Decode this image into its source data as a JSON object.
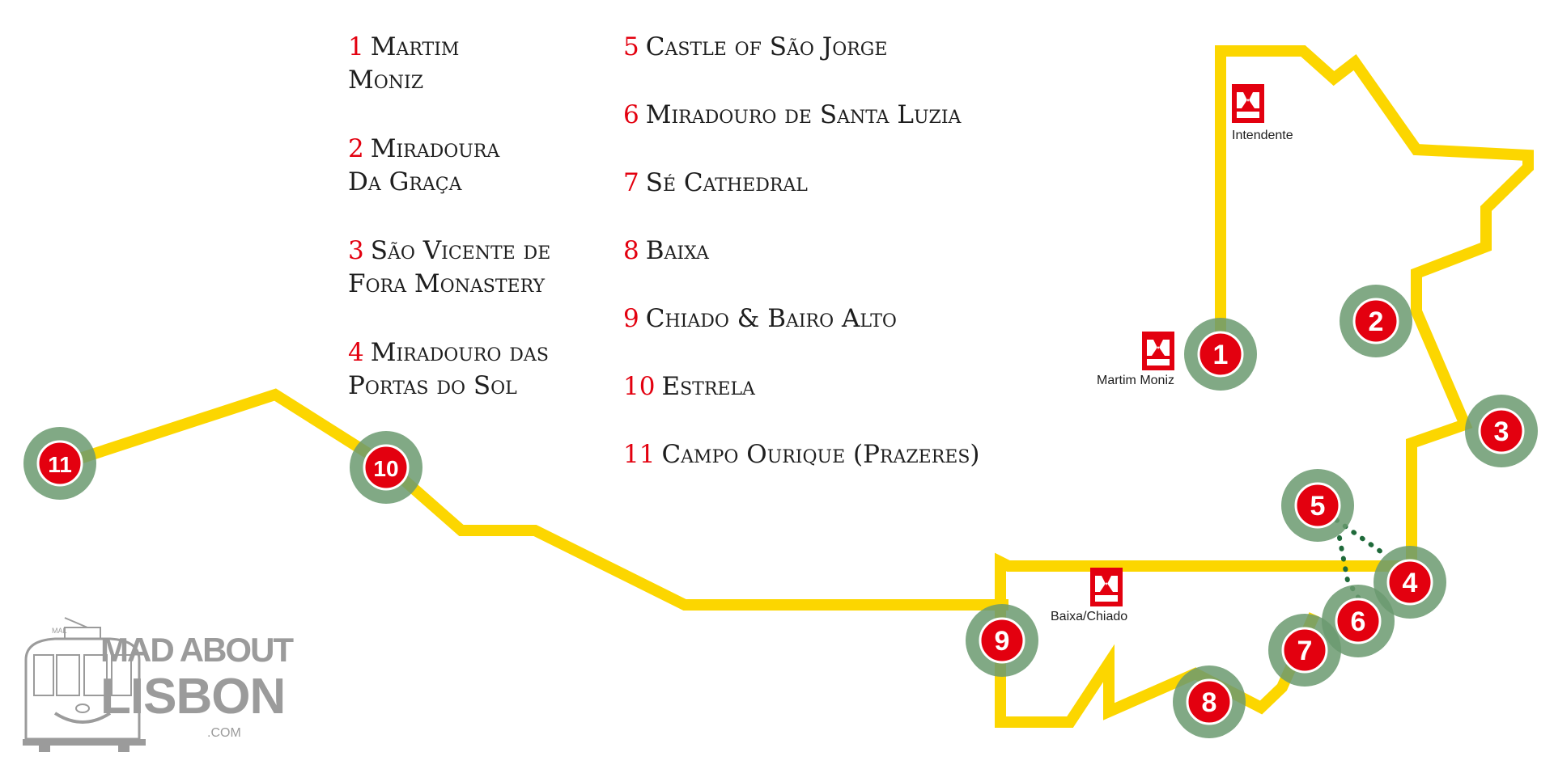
{
  "legend": [
    {
      "num": "1",
      "lines": [
        "Martim",
        "Moniz"
      ]
    },
    {
      "num": "2",
      "lines": [
        "Miradoura",
        "Da Graça"
      ]
    },
    {
      "num": "3",
      "lines": [
        "São Vicente de",
        "Fora Monastery"
      ]
    },
    {
      "num": "4",
      "lines": [
        "Miradouro das",
        "Portas do Sol"
      ]
    },
    {
      "num": "5",
      "lines": [
        "Castle of São Jorge"
      ]
    },
    {
      "num": "6",
      "lines": [
        "Miradouro de Santa Luzia"
      ]
    },
    {
      "num": "7",
      "lines": [
        "Sé Cathedral"
      ]
    },
    {
      "num": "8",
      "lines": [
        "Baixa"
      ]
    },
    {
      "num": "9",
      "lines": [
        "Chiado & Bairo Alto"
      ]
    },
    {
      "num": "10",
      "lines": [
        "Estrela"
      ]
    },
    {
      "num": "11",
      "lines": [
        "Campo Ourique (Prazeres)"
      ]
    }
  ],
  "stops": [
    {
      "label": "1"
    },
    {
      "label": "2"
    },
    {
      "label": "3"
    },
    {
      "label": "4"
    },
    {
      "label": "5"
    },
    {
      "label": "6"
    },
    {
      "label": "7"
    },
    {
      "label": "8"
    },
    {
      "label": "9"
    },
    {
      "label": "10"
    },
    {
      "label": "11"
    }
  ],
  "metro_stations": [
    {
      "name": "Intendente"
    },
    {
      "name": "Martim Moniz"
    },
    {
      "name": "Baixa/Chiado"
    }
  ],
  "logo": {
    "line1": "MAD ABOUT",
    "line2": "LISBON",
    "suffix": ".COM",
    "tram_sign": "MAL"
  },
  "colors": {
    "route": "#fcd600",
    "marker": "#e3000f",
    "halo": "#6b9a70",
    "footpath": "#1f6a3a",
    "metro": "#e3000f",
    "logo": "#9b9b9b"
  },
  "icons": {
    "metro": "metro-m-icon",
    "tram": "tram-icon"
  }
}
